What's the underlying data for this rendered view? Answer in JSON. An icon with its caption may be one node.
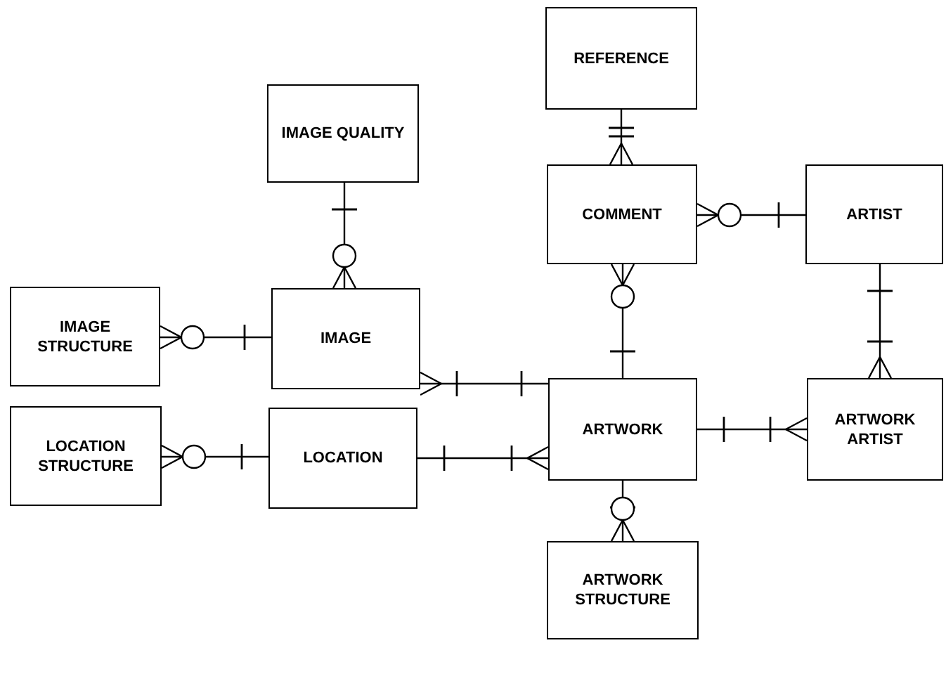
{
  "diagram": {
    "nodes": [
      {
        "text": [
          "REFERENCE"
        ]
      },
      {
        "text": [
          "IMAGE QUALITY"
        ]
      },
      {
        "text": [
          "COMMENT"
        ]
      },
      {
        "text": [
          "ARTIST"
        ]
      },
      {
        "text": [
          "IMAGE STRUCTURE"
        ]
      },
      {
        "text": [
          "IMAGE"
        ]
      },
      {
        "text": [
          "LOCATION STRUCTURE"
        ]
      },
      {
        "text": [
          "LOCATION"
        ]
      },
      {
        "text": [
          "ARTWORK"
        ]
      },
      {
        "text": [
          "ARTWORK ARTIST"
        ]
      },
      {
        "text": [
          "ARTWORK STRUCTURE"
        ]
      }
    ],
    "edges": [
      {
        "from": 0,
        "to": 2,
        "arrow": "other"
      },
      {
        "from": 1,
        "to": 5,
        "arrow": "other"
      },
      {
        "from": 3,
        "to": 2,
        "arrow": "other"
      },
      {
        "from": 8,
        "to": 2,
        "arrow": "other"
      },
      {
        "from": 5,
        "to": 4,
        "arrow": "other"
      },
      {
        "from": 8,
        "to": 5,
        "arrow": "other"
      },
      {
        "from": 7,
        "to": 6,
        "arrow": "other"
      },
      {
        "from": 7,
        "to": 8,
        "arrow": "other"
      },
      {
        "from": 3,
        "to": 9,
        "arrow": "other"
      },
      {
        "from": 8,
        "to": 9,
        "arrow": "other"
      },
      {
        "from": 8,
        "to": 10,
        "arrow": "other"
      }
    ]
  }
}
